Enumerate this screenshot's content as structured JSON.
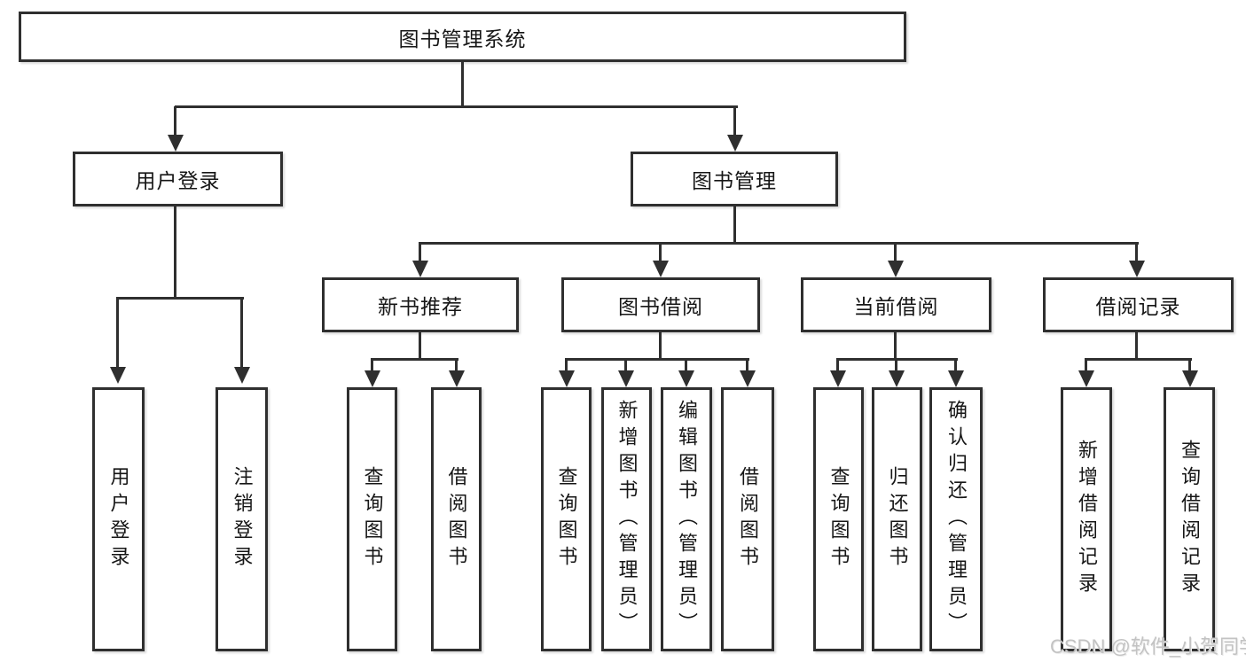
{
  "diagram": {
    "root": {
      "label": "图书管理系统"
    },
    "level2": [
      {
        "label": "用户登录"
      },
      {
        "label": "图书管理"
      }
    ],
    "level3": [
      {
        "label": "新书推荐"
      },
      {
        "label": "图书借阅"
      },
      {
        "label": "当前借阅"
      },
      {
        "label": "借阅记录"
      }
    ],
    "leaves": {
      "user_login": [
        "用户登录",
        "注销登录"
      ],
      "new_book_recommend": [
        "查询图书",
        "借阅图书"
      ],
      "book_borrowing": [
        "查询图书",
        "新增图书（管理员）",
        "编辑图书（管理员）",
        "借阅图书"
      ],
      "current_borrowing": [
        "查询图书",
        "归还图书",
        "确认归还（管理员）"
      ],
      "borrowing_records": [
        "新增借阅记录",
        "查询借阅记录"
      ]
    }
  },
  "watermark": {
    "text": "CSDN @软件_小贺同学"
  },
  "colors": {
    "line": "#2f2f2f",
    "text": "#161616",
    "background": "#ffffff",
    "watermark": "#c3c3c3"
  }
}
